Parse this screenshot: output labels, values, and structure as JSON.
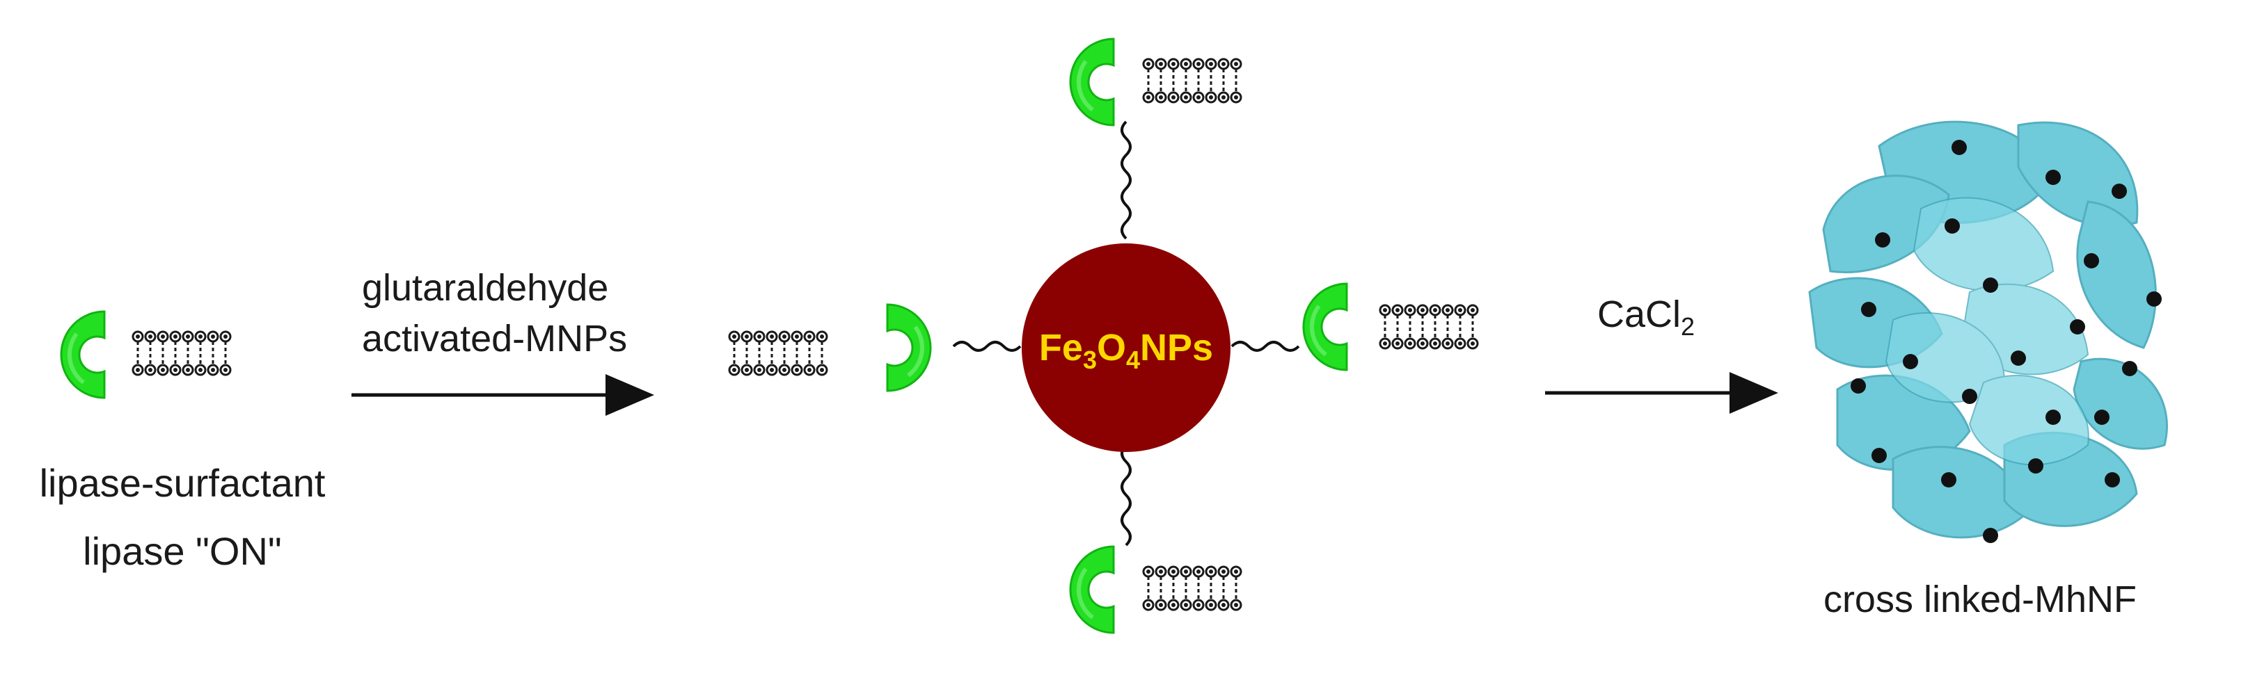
{
  "labels": {
    "step1_reagent_line1": "glutaraldehyde",
    "step1_reagent_line2": "activated-MNPs",
    "step2_reagent_prefix": "CaCl",
    "step2_reagent_sub": "2",
    "left_caption_line1": "lipase-surfactant",
    "left_caption_line2": "lipase \"ON\"",
    "right_caption": "cross linked-MhNF"
  },
  "nanoparticle": {
    "part_fe": "Fe",
    "sub_fe": "3",
    "part_o": "O",
    "sub_o": "4",
    "part_np": "NPs"
  },
  "colors": {
    "lipase_green": "#22e021",
    "lipase_green_dark": "#12b312",
    "nanoparticle": "#8b0000",
    "nanoparticle_label": "#ffd700",
    "nanoflower": "#5cc4d6",
    "nanoflower_dot": "#111111"
  }
}
